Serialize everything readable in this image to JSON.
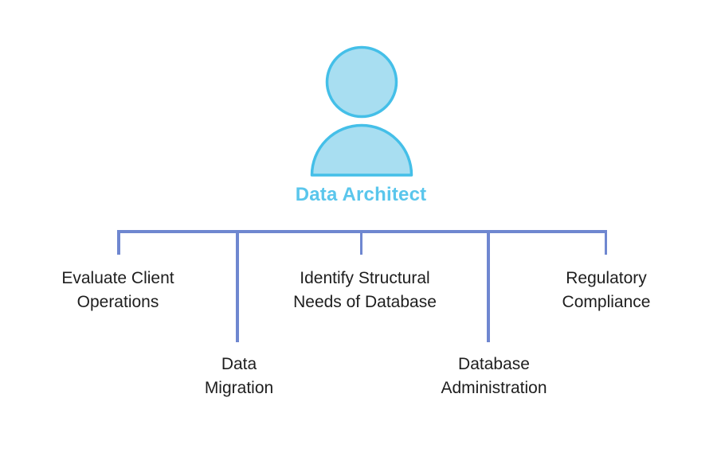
{
  "diagram": {
    "title": "Data Architect",
    "icon": "person-icon",
    "colors": {
      "icon_fill": "#a8def1",
      "icon_stroke": "#44bfe8",
      "title_text": "#5ac6ec",
      "connector": "#6f87d0",
      "label_text": "#1e1e1e",
      "background": "#ffffff"
    },
    "responsibilities": [
      {
        "id": "evaluate-client-operations",
        "label": "Evaluate Client\nOperations",
        "row": "upper"
      },
      {
        "id": "data-migration",
        "label": "Data\nMigration",
        "row": "lower"
      },
      {
        "id": "identify-structural-needs",
        "label": "Identify Structural\nNeeds of Database",
        "row": "upper"
      },
      {
        "id": "database-administration",
        "label": "Database\nAdministration",
        "row": "lower"
      },
      {
        "id": "regulatory-compliance",
        "label": "Regulatory\nCompliance",
        "row": "upper"
      }
    ]
  }
}
